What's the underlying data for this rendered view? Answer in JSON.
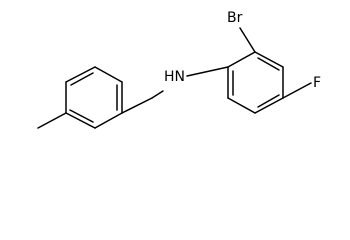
{
  "molecule": {
    "atom_labels": {
      "bromine": "Br",
      "fluorine": "F",
      "amine": "HN"
    }
  }
}
